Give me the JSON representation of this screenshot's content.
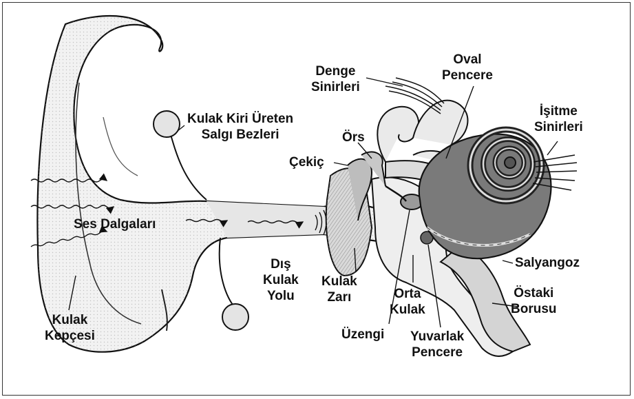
{
  "labels": {
    "denge_sinirleri": [
      "Denge",
      "Sinirleri"
    ],
    "oval_pencere": [
      "Oval",
      "Pencere"
    ],
    "isitme_sinirleri": [
      "İşitme",
      "Sinirleri"
    ],
    "kulak_kiri": [
      "Kulak Kiri Üreten",
      "Salgı Bezleri"
    ],
    "ors": "Örs",
    "cekic": "Çekiç",
    "ses_dalgalari": "Ses Dalgaları",
    "dis_kulak_yolu": [
      "Dış",
      "Kulak",
      "Yolu"
    ],
    "kulak_zari": [
      "Kulak",
      "Zarı"
    ],
    "orta_kulak": [
      "Orta",
      "Kulak"
    ],
    "salyangoz": "Salyangoz",
    "ostaki_borusu": [
      "Östaki",
      "Borusu"
    ],
    "kulak_kepcesi": [
      "Kulak",
      "Kepçesi"
    ],
    "uzengi": "Üzengi",
    "yuvarlak_pencere": [
      "Yuvarlak",
      "Pencere"
    ]
  }
}
